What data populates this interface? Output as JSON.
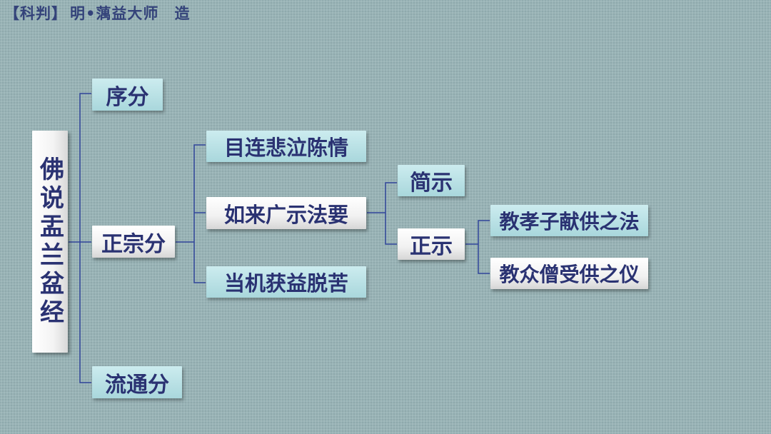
{
  "header": {
    "tag": "【科判】",
    "credit": "明•蕅益大师",
    "craft": "造"
  },
  "diagram": {
    "root": "佛说盂兰盆经",
    "level1": [
      "序分",
      "正宗分",
      "流通分"
    ],
    "zhengzong": [
      "目连悲泣陈情",
      "如来广示法要",
      "当机获益脱苦"
    ],
    "fayao": [
      "简示",
      "正示"
    ],
    "zhengshi": [
      "教孝子献供之法",
      "教众僧受供之仪"
    ]
  }
}
